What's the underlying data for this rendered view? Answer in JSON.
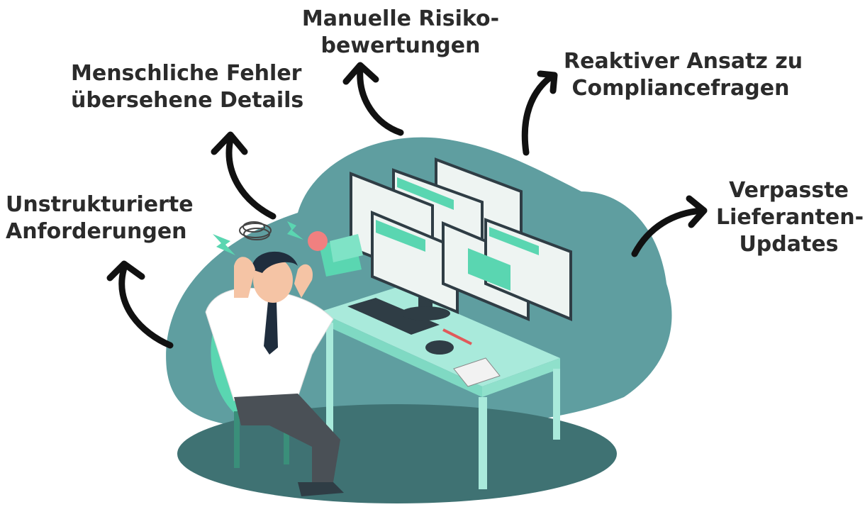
{
  "labels": {
    "unstructured": [
      "Unstrukturierte",
      "Anforderungen"
    ],
    "human_error": [
      "Menschliche Fehler",
      "übersehene Details"
    ],
    "manual_risk": [
      "Manuelle Risiko-",
      "bewertungen"
    ],
    "reactive": [
      "Reaktiver Ansatz zu",
      "Compliancefragen"
    ],
    "missed_updates": [
      "Verpasste",
      "Lieferanten-",
      "Updates"
    ]
  },
  "colors": {
    "blob": "#5f9ea0",
    "floor": "#3f7273",
    "accent": "#5ad6b1",
    "arrow": "#111111",
    "text": "#2b2b2b"
  }
}
